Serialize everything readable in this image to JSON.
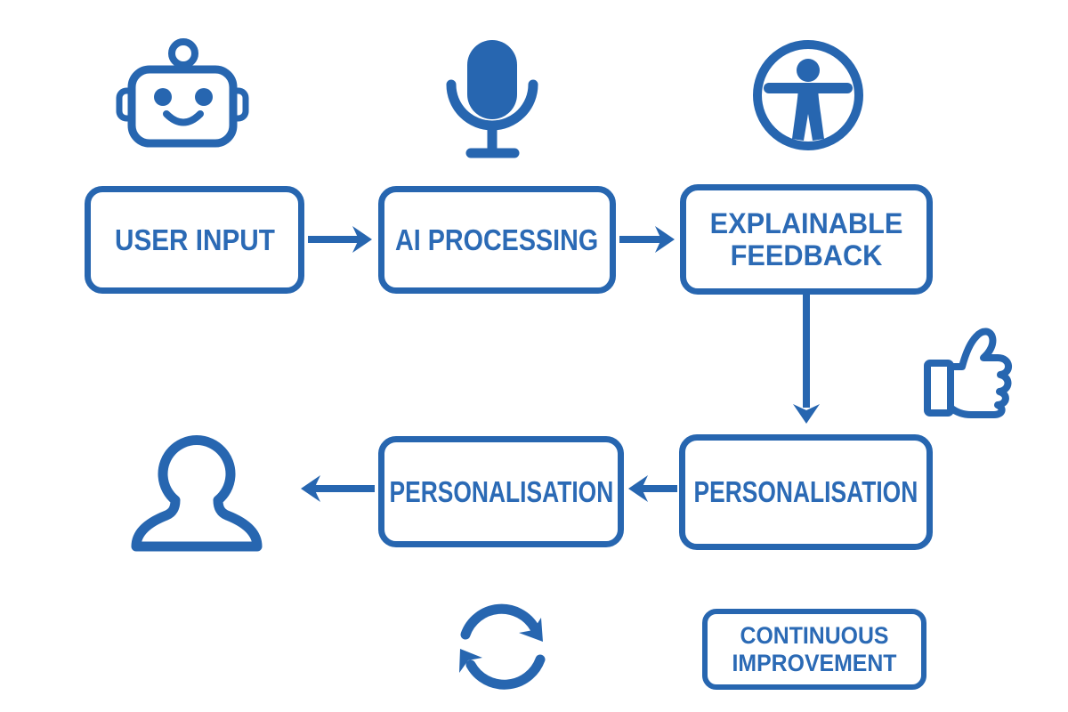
{
  "background_color": "#ffffff",
  "colors": {
    "primary_blue": "#2766B0",
    "text_blue": "#2B6AB5"
  },
  "flowchart": {
    "nodes": {
      "user_input": {
        "label": "USER INPUT"
      },
      "ai_processing": {
        "label": "AI PROCESSING"
      },
      "explainable_feedback": {
        "label": "EXPLAINABLE FEEDBACK"
      },
      "personalisation_right": {
        "label": "PERSONALISATION"
      },
      "personalisation_left": {
        "label": "PERSONALISATION"
      },
      "continuous_improvement": {
        "label": "CONTINUOUS IMPROVEMENT"
      }
    },
    "icons": {
      "robot": "robot-icon",
      "microphone": "microphone-icon",
      "accessibility": "accessibility-person-in-circle-icon",
      "thumbs_up": "thumbs-up-icon",
      "user": "user-silhouette-icon",
      "refresh": "refresh-cycle-icon"
    },
    "connections": [
      {
        "from": "user_input",
        "to": "ai_processing",
        "direction": "right"
      },
      {
        "from": "ai_processing",
        "to": "explainable_feedback",
        "direction": "right"
      },
      {
        "from": "explainable_feedback",
        "to": "personalisation_right",
        "direction": "down"
      },
      {
        "from": "personalisation_right",
        "to": "personalisation_left",
        "direction": "left"
      },
      {
        "from": "personalisation_left",
        "to": "user",
        "direction": "left"
      }
    ]
  }
}
